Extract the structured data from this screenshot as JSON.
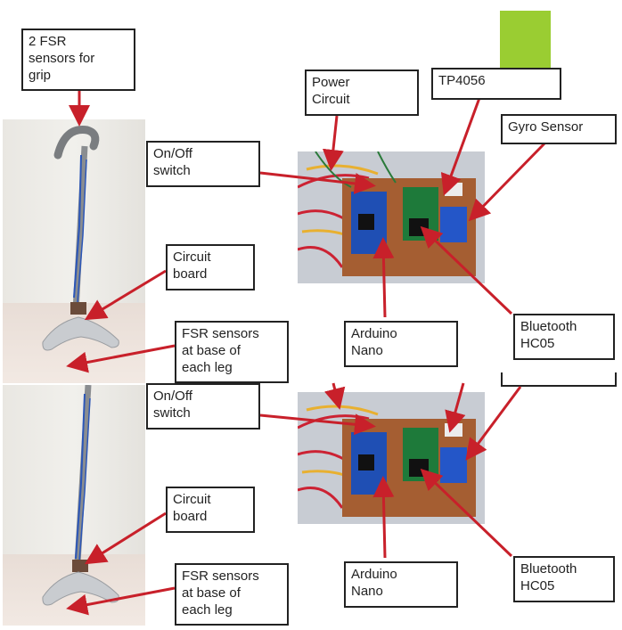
{
  "labels": {
    "fsr_grip": "2 FSR\nsensors for\ngrip",
    "power_circuit": "Power\nCircuit",
    "tp4056": "TP4056",
    "gyro": "Gyro Sensor",
    "onoff_top": "On/Off\nswitch",
    "circuit_board_top": "Circuit\nboard",
    "fsr_base_top": "FSR sensors\nat base of\neach leg",
    "arduino_top": "Arduino\nNano",
    "bluetooth_top": "Bluetooth\nHC05",
    "onoff_bottom": "On/Off\nswitch",
    "circuit_board_bottom": "Circuit\nboard",
    "fsr_base_bottom": "FSR sensors\nat base of\neach leg",
    "arduino_bottom": "Arduino\nNano",
    "bluetooth_bottom": "Bluetooth\nHC05"
  },
  "colors": {
    "arrow": "#c8202a",
    "accent_green": "#9acd32",
    "label_border": "#222222"
  }
}
